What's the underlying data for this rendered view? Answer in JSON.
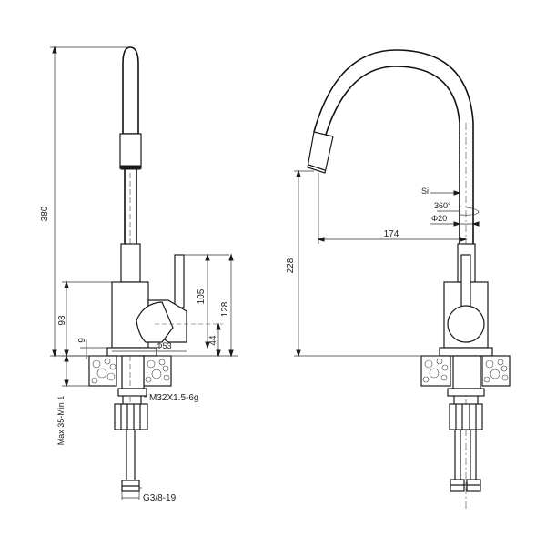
{
  "side_view": {
    "dims": {
      "total_height": "380",
      "body_height": "93",
      "handle_105": "105",
      "handle_128": "128",
      "base_9": "9",
      "base_44": "44",
      "diameter_53": "Φ53",
      "thread_m32": "M32X1.5-6g",
      "counter_thickness": "Max 35-Min 1",
      "thread_g38": "G3/8-19"
    }
  },
  "front_view": {
    "dims": {
      "height_228": "228",
      "reach_174": "174",
      "swivel_360": "360°",
      "diameter_20": "Φ20",
      "label_si": "Si"
    }
  },
  "colors": {
    "line": "#1a1a1a",
    "background": "#ffffff"
  }
}
